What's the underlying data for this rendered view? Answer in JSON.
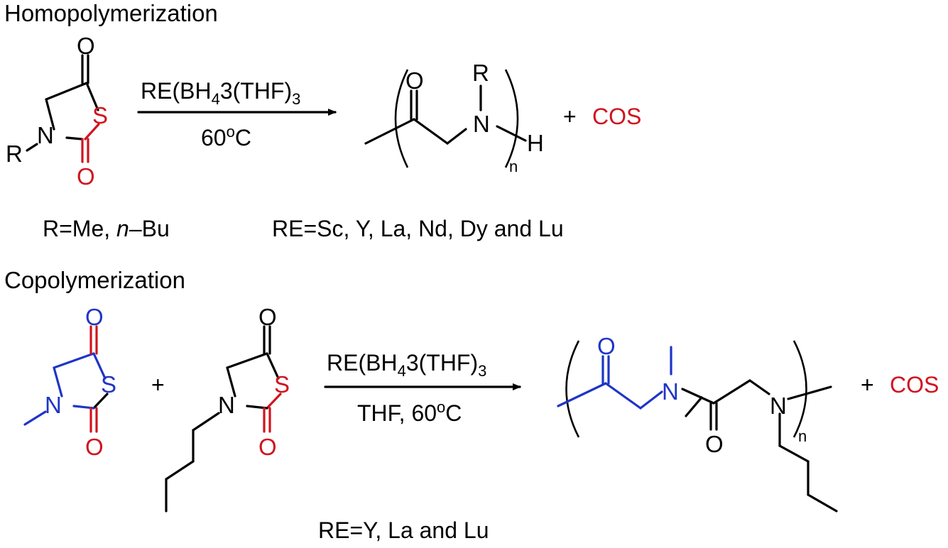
{
  "colors": {
    "black": "#000000",
    "red": "#d0141e",
    "blue": "#1f35c6"
  },
  "homo": {
    "heading": "Homopolymerization",
    "reagent": {
      "main": "RE(BH",
      "sub4": "4",
      "sub3": "3",
      "thf": "(THF)",
      "sub3b": "3"
    },
    "conditions": {
      "temp": "60",
      "deg": "o",
      "unit": "C"
    },
    "r_note": {
      "prefix": "R=Me, ",
      "italic": "n",
      "suffix": "–Bu"
    },
    "re_note": "RE=Sc, Y, La, Nd, Dy and Lu",
    "plus": "+",
    "byproduct": "COS",
    "atoms": {
      "O": "O",
      "S": "S",
      "N": "N",
      "R": "R",
      "H": "H",
      "n": "n"
    }
  },
  "co": {
    "heading": "Copolymerization",
    "reagent": {
      "main": "RE(BH",
      "sub4": "4",
      "sub3": "3",
      "thf": "(THF)",
      "sub3b": "3"
    },
    "conditions": {
      "text": "THF, 60",
      "deg": "o",
      "unit": "C"
    },
    "re_note": "RE=Y, La and Lu",
    "plus": "+",
    "byproduct": "COS",
    "atoms": {
      "O": "O",
      "S": "S",
      "N": "N",
      "n": "n"
    }
  }
}
